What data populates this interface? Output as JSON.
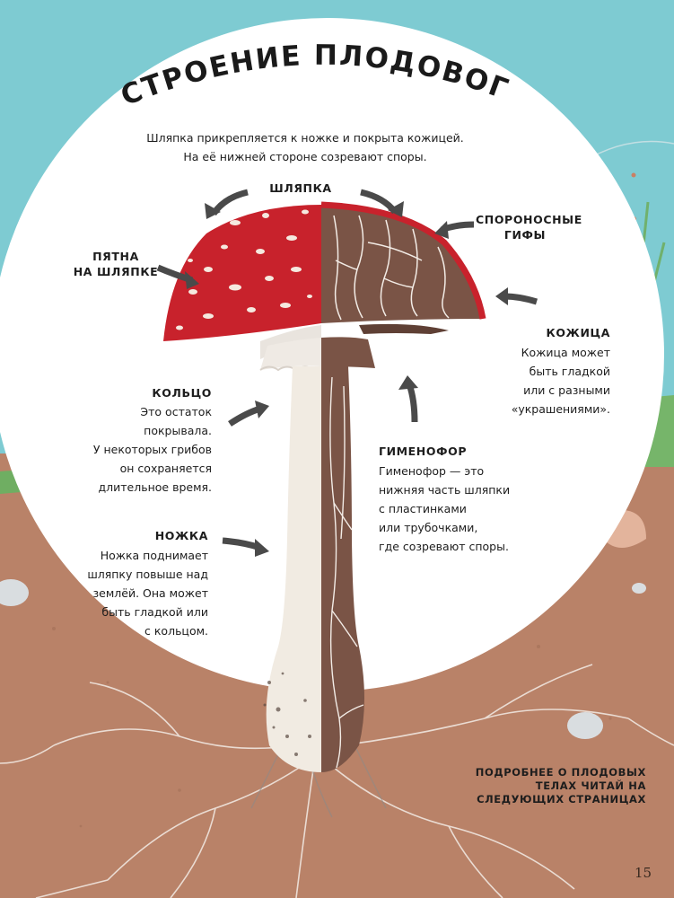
{
  "title": "Строение плодового тела",
  "intro": {
    "line1": "Шляпка прикрепляется к ножке и покрыта кожицей.",
    "line2": "На её нижней стороне созревают споры."
  },
  "labels": {
    "cap": "Шляпка",
    "spots": {
      "line1": "Пятна",
      "line2": "на шляпке"
    },
    "hyphae": {
      "line1": "Спороносные",
      "line2": "гифы"
    },
    "skin": {
      "title": "Кожица",
      "lines": [
        "Кожица может",
        "быть гладкой",
        "или с разными",
        "«украшениями»."
      ]
    },
    "ring": {
      "title": "Кольцо",
      "lines": [
        "Это остаток",
        "покрывала.",
        "У некоторых грибов",
        "он сохраняется",
        "длительное время."
      ]
    },
    "hymenophore": {
      "title": "Гименофор",
      "lines": [
        "Гименофор — это",
        "нижняя часть шляпки",
        "с пластинками",
        "или трубочками,",
        "где созревают споры."
      ]
    },
    "stem": {
      "title": "Ножка",
      "lines": [
        "Ножка поднимает",
        "шляпку повыше над",
        "землёй. Она может",
        "быть гладкой или",
        "с кольцом."
      ]
    }
  },
  "note": {
    "line1": "Подробнее о плодовых",
    "line2": "телах читай на",
    "line3": "следующих страницах"
  },
  "page_number": "15",
  "colors": {
    "sky": "#7ecbd2",
    "soil": "#b98268",
    "circle": "#ffffff",
    "cap_red": "#c8222c",
    "gills_brown": "#7a5446",
    "stem_white": "#f1ebe2",
    "text": "#1d1d1d"
  }
}
